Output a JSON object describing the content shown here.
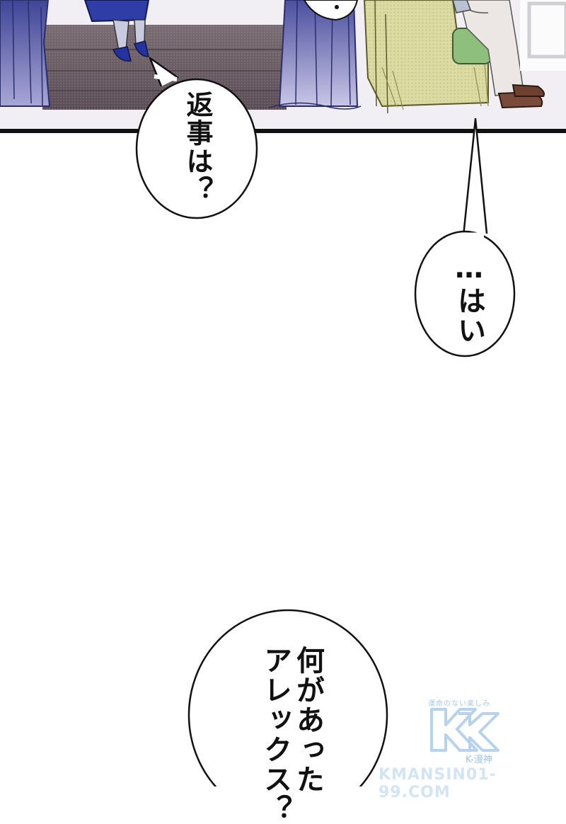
{
  "bubbles": {
    "first": "返事は？",
    "second": "…はい",
    "third_line1": "何があった",
    "third_line2": "アレックス？"
  },
  "watermark": {
    "tagline": "運命のない楽しみ",
    "logo": "K",
    "subtitle": "K-漫神",
    "url": "KMANSIN01-99.COM"
  },
  "colors": {
    "curtain": "#4a4f9e",
    "floor": "#6b5d66",
    "chair": "#d8d79a",
    "shoe": "#7a4b3a"
  }
}
